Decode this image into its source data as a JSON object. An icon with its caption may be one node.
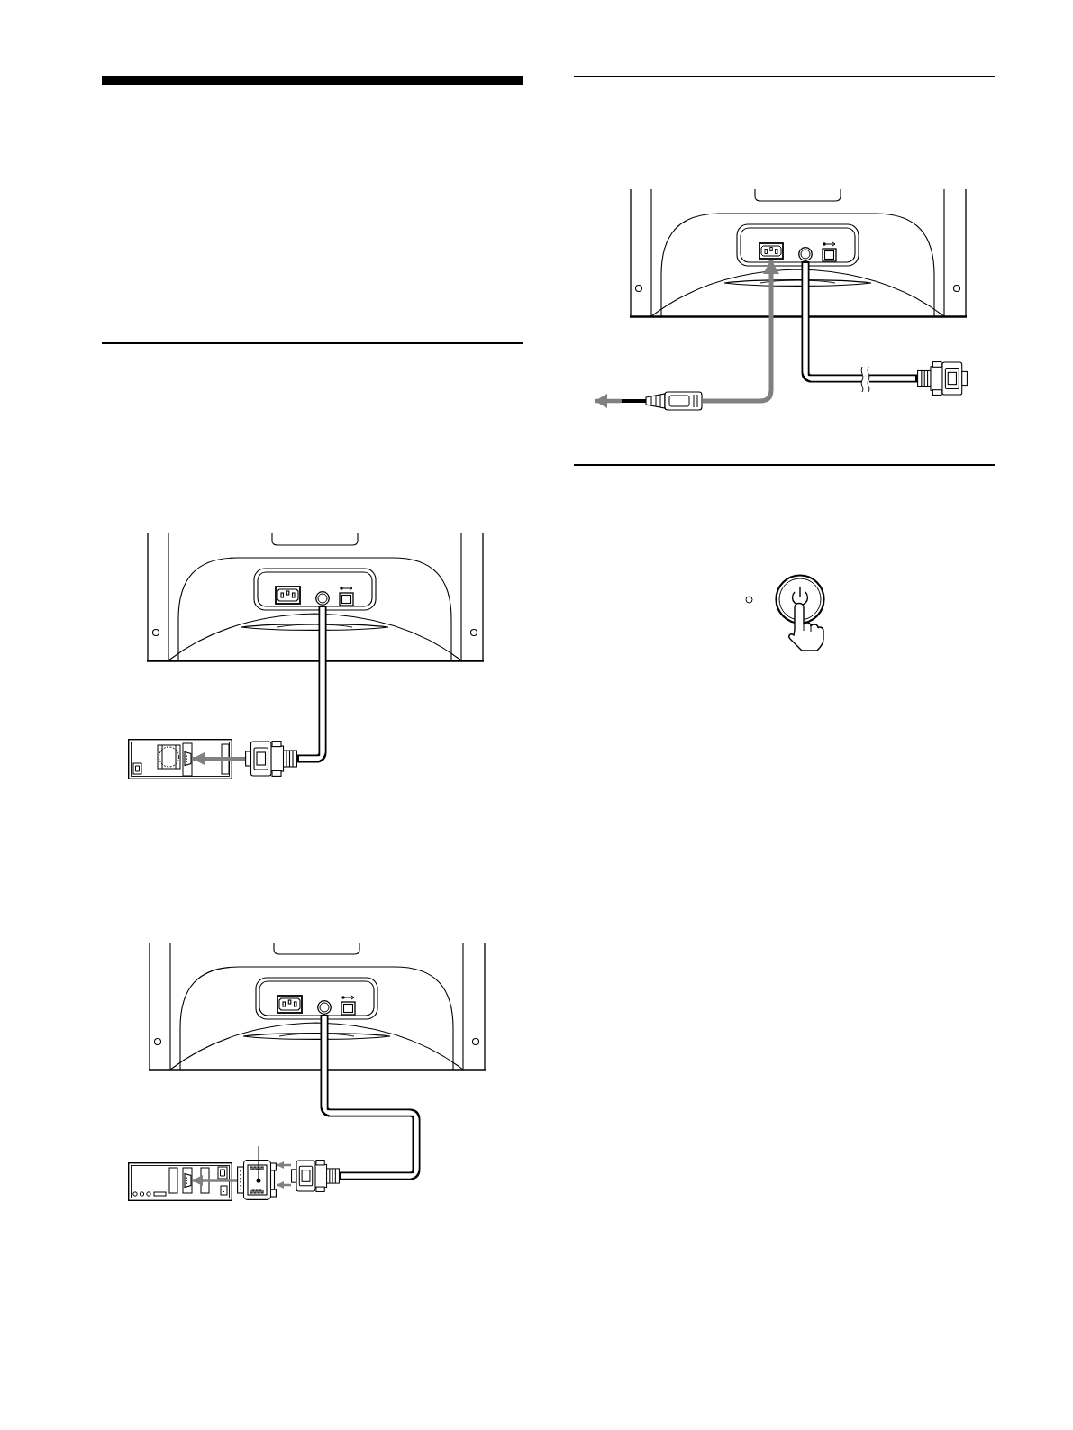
{
  "diagram": {
    "nodes": [
      {
        "text": [],
        "shape": "circle"
      },
      {
        "text": [],
        "shape": "picture"
      },
      {
        "text": [],
        "shape": "picture"
      },
      {
        "text": [],
        "shape": "circle"
      },
      {
        "text": [],
        "shape": "picture"
      },
      {
        "text": [],
        "shape": "picture"
      },
      {
        "text": [],
        "shape": "picture"
      },
      {
        "text": [],
        "shape": "picture"
      },
      {
        "text": [],
        "shape": "circle"
      },
      {
        "text": [],
        "shape": "picture"
      },
      {
        "text": [],
        "shape": "picture"
      }
    ],
    "edges": [
      {
        "from": 0,
        "to": 1,
        "arrow": "none",
        "style": "thick",
        "color": "#000000"
      },
      {
        "from": 1,
        "to": 2,
        "arrow": "to"
      },
      {
        "from": 3,
        "to": 4,
        "arrow": "none",
        "style": "thick",
        "color": "#000000"
      },
      {
        "from": 4,
        "to": 5,
        "arrow": "to"
      },
      {
        "from": 4,
        "to": 5,
        "arrow": "to"
      },
      {
        "from": 5,
        "to": 6,
        "arrow": "to"
      },
      {
        "from": null,
        "to": 5,
        "arrow": "none",
        "color": "#000000"
      },
      {
        "from": 9,
        "to": 7,
        "arrow": "to"
      },
      {
        "from": 9,
        "to": null,
        "arrow": "to"
      },
      {
        "from": 8,
        "to": 10,
        "arrow": "none",
        "style": "thick",
        "color": "#000000"
      }
    ]
  }
}
